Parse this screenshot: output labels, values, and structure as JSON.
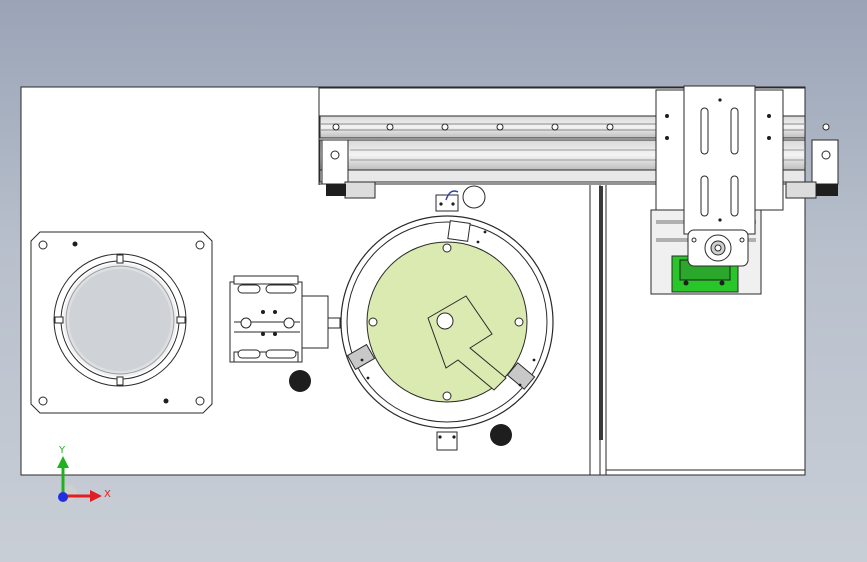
{
  "triad": {
    "x_label": "X",
    "y_label": "Y",
    "x_color": "#e02020",
    "y_color": "#20b020",
    "z_color": "#2030e0"
  },
  "colors": {
    "background_top": "#9aa4b6",
    "plate": "#ffffff",
    "stroke": "#2a2a2a",
    "rotary_disc": "#dbeab0",
    "motor_board": "#29c629",
    "hole_dark": "#1e1e1e"
  },
  "components": [
    "base-plate",
    "flange-plate",
    "linear-rail-module",
    "gantry-carriage",
    "rotary-table",
    "pneumatic-slide"
  ]
}
